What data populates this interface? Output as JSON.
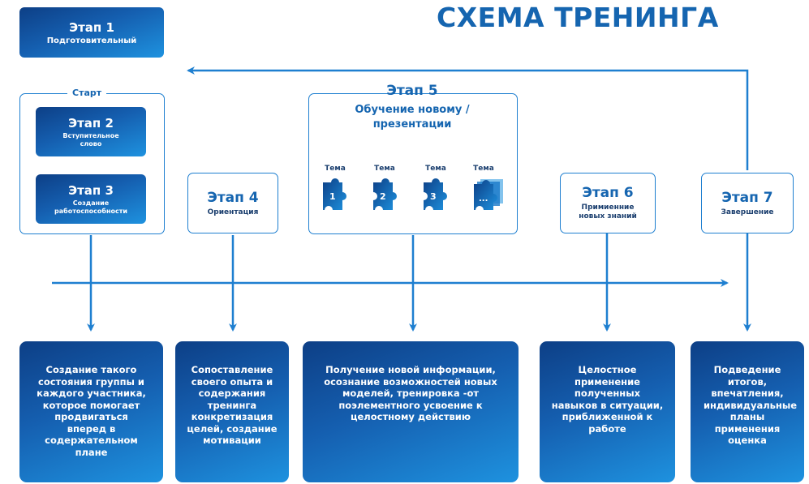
{
  "title": "СХЕМА ТРЕНИНГА",
  "stage1": {
    "title": "Этап 1",
    "subtitle": "Подготовительный"
  },
  "start_label": "Старт",
  "stage2": {
    "title": "Этап 2",
    "subtitle": "Вступительное слово"
  },
  "stage3": {
    "title": "Этап 3",
    "subtitle": "Создание работоспособности"
  },
  "stage4": {
    "title": "Этап 4",
    "subtitle": "Ориентация"
  },
  "stage5": {
    "title": "Этап 5",
    "subtitle": "Обучение новому / презентации",
    "topics": [
      {
        "label": "Тема",
        "num": "1"
      },
      {
        "label": "Тема",
        "num": "2"
      },
      {
        "label": "Тема",
        "num": "3"
      },
      {
        "label": "Тема",
        "num": "..."
      }
    ]
  },
  "stage6": {
    "title": "Этап 6",
    "subtitle": "Примиенние новых знаний"
  },
  "stage7": {
    "title": "Этап 7",
    "subtitle": "Завершение"
  },
  "outcomes": [
    "Создание такого состояния группы и каждого участника, которое помогает продвигаться вперед в содержательном плане",
    "Сопоставление своего опыта и содержания тренинга конкретизация целей, создание мотивации",
    "Получение новой информации, осознание возможностей новых моделей, тренировка -от поэлементного усвоение к целостному действию",
    "Целостное применение полученных навыков в ситуации, приближенной к работе",
    "Подведение итогов, впечатления, индивидуальные планы применения оценка"
  ],
  "colors": {
    "primary": "#1565b0",
    "dark": "#0d3f86",
    "light": "#1e92df",
    "arrow": "#1e7fd0"
  }
}
